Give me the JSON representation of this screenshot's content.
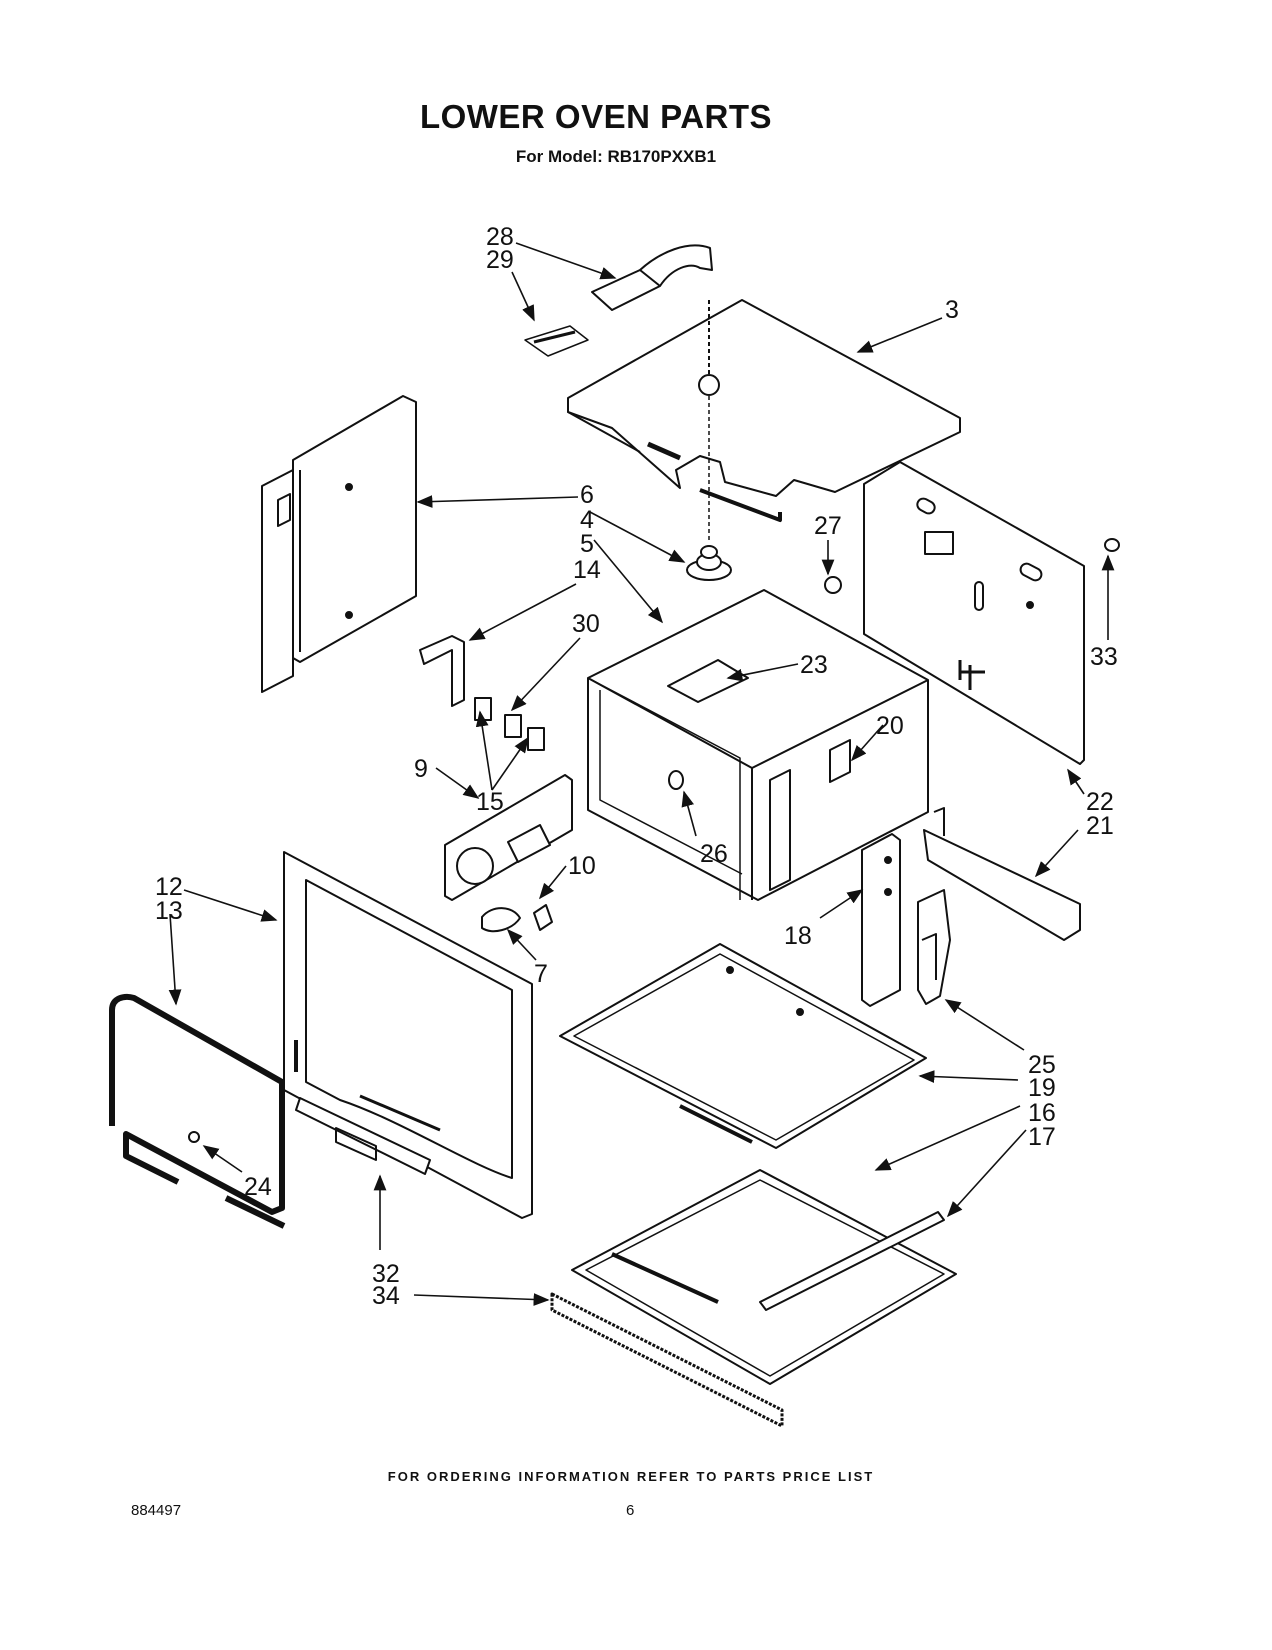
{
  "header": {
    "title": "LOWER OVEN PARTS",
    "subtitle": "For Model: RB170PXXB1"
  },
  "callouts": {
    "c28": "28",
    "c29": "29",
    "c3": "3",
    "c6": "6",
    "c4": "4",
    "c5": "5",
    "c27": "27",
    "c14": "14",
    "c30": "30",
    "c33": "33",
    "c23": "23",
    "c20": "20",
    "c9": "9",
    "c15": "15",
    "c22": "22",
    "c21": "21",
    "c26": "26",
    "c10": "10",
    "c12": "12",
    "c13": "13",
    "c18": "18",
    "c7": "7",
    "c25": "25",
    "c19": "19",
    "c16": "16",
    "c17": "17",
    "c24": "24",
    "c32": "32",
    "c34": "34"
  },
  "footer": {
    "ordering_note": "FOR ORDERING INFORMATION REFER TO PARTS PRICE LIST",
    "doc_number": "884497",
    "page_number": "6"
  }
}
